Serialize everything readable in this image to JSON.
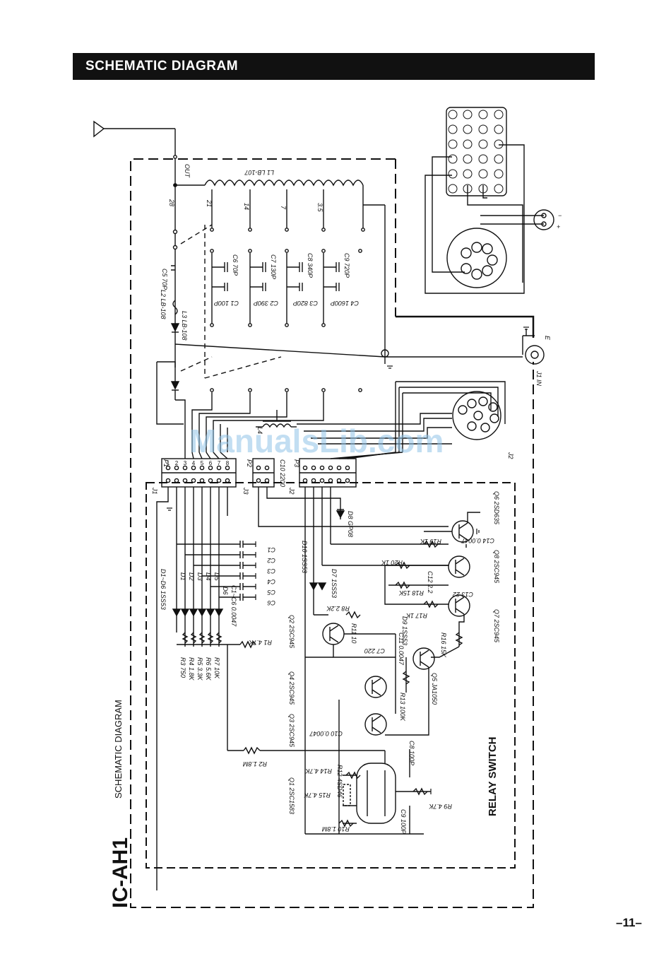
{
  "header": {
    "title": "SCHEMATIC DIAGRAM"
  },
  "page": {
    "number": "–11–"
  },
  "side_title": {
    "model": "IC-AH1",
    "subtitle": "SCHEMATIC DIAGRAM"
  },
  "section": {
    "relay_switch": "RELAY SWITCH"
  },
  "watermark": "ManualsLib.com",
  "colors": {
    "ink": "#111111",
    "header_bg": "#111111",
    "header_text": "#ffffff",
    "watermark": "#8fc3e8"
  },
  "labels": {
    "out": "OUT",
    "n28": "28",
    "n21": "21",
    "n14": "14",
    "n7": "7",
    "n35": "3.5",
    "l1": "L1 LB-107",
    "l2": "L2 LB-108",
    "l3": "L3 LB-108",
    "l4": "L4",
    "c5": "C5 70P",
    "c6": "C6 70P",
    "c7": "C7 130P",
    "c8": "C8 340P",
    "c9": "C9 720P",
    "c1": "C1 100P",
    "c2": "C2 390P",
    "c3": "C3 820P",
    "c4": "C4 1600P",
    "e": "E",
    "j1in": "J1 IN",
    "j2": "J2",
    "p1": "P1",
    "p2": "P2",
    "p3": "P3",
    "j1": "J1",
    "j2b": "J2",
    "j3": "J3",
    "c10top": "C10 2200",
    "d8": "D8 GP08",
    "q6": "Q6 2SD635",
    "c14": "C14 0.0047",
    "r19": "R19 1K",
    "r20": "R20 1K",
    "q8": "Q8 2SC945",
    "c12": "C12 2.2",
    "r18": "R18 15K",
    "r17": "R17 1K",
    "d9": "D9 1SS53",
    "c13": "C13 22",
    "q7": "Q7 2SC945",
    "r16": "R16 15K",
    "d10": "D10 1SS53",
    "d7": "D7 1SS53",
    "r8": "R8 2.2K",
    "q2": "Q2 2SC945",
    "r11": "R11 10",
    "c7b": "C7 220",
    "c11": "C11 0.0047",
    "q5": "Q5 JA1050",
    "r13": "R13 100K",
    "q4": "Q4 2SC945",
    "q3": "Q3 2SC945",
    "c10": "C10 0.0047",
    "q1": "Q1 2SC1583",
    "r14": "R14 4.7K",
    "r12": "R12 4SD46",
    "r15": "R15 4.7K",
    "c8b": "C8 100P",
    "r9": "R9 4.7K",
    "r10": "R10 1.8M",
    "c9b": "C9 100P",
    "r2": "R2 1.8M",
    "d1d6": "D1~D6 1SS53",
    "d1": "D1",
    "d2": "D2",
    "d3": "D3",
    "d4": "D4",
    "d5": "D5",
    "d6": "D6",
    "c1c6": "C1~C6 0.0047",
    "cc1": "C1",
    "cc2": "C2",
    "cc3": "C3",
    "cc4": "C4",
    "cc5": "C5",
    "cc6": "C6",
    "r1": "R1 4.7K",
    "r3": "R3 750",
    "r4": "R4 1.8K",
    "r5": "R5 3.3K",
    "r6": "R6 5.6K",
    "r7": "R7 10K",
    "pin1": "1",
    "pin2": "2",
    "pin3": "3",
    "pin4": "4",
    "pin5": "5",
    "pin6": "6",
    "pin7": "7",
    "pin8": "8",
    "plus": "+",
    "minus": "−"
  }
}
